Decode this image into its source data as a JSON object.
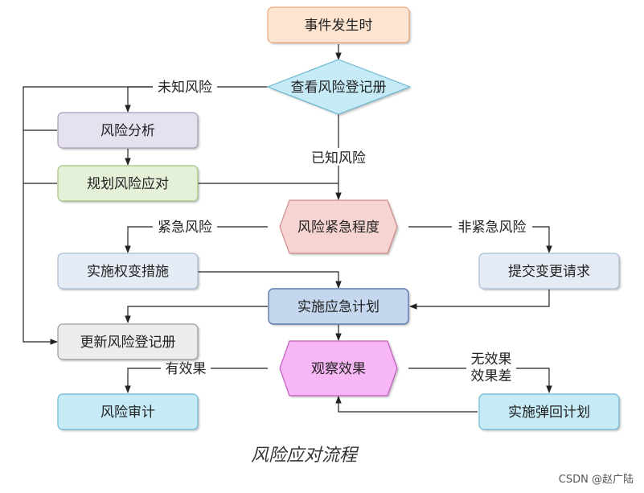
{
  "diagram": {
    "nodes": {
      "event_occurs": {
        "label": "事件发生时",
        "fill": "#fde4d0",
        "stroke": "#e7a97e"
      },
      "check_register": {
        "label": "查看风险登记册",
        "fill": "#c6ebf7",
        "stroke": "#6cb8d2"
      },
      "risk_analysis": {
        "label": "风险分析",
        "fill": "#e6e1ee",
        "stroke": "#a69cb8"
      },
      "plan_response": {
        "label": "规划风险应对",
        "fill": "#e4f0d8",
        "stroke": "#9fc180"
      },
      "urgency": {
        "label": "风险紧急程度",
        "fill": "#f6d4d2",
        "stroke": "#cf8b87"
      },
      "workaround": {
        "label": "实施权变措施",
        "fill": "#e4ebf4",
        "stroke": "#a9bcd3"
      },
      "change_request": {
        "label": "提交变更请求",
        "fill": "#e4ebf4",
        "stroke": "#a9bcd3"
      },
      "emergency_plan": {
        "label": "实施应急计划",
        "fill": "#c5d7ee",
        "stroke": "#5a7cae"
      },
      "update_register": {
        "label": "更新风险登记册",
        "fill": "#ececec",
        "stroke": "#9a9a9a"
      },
      "observe": {
        "label": "观察效果",
        "fill": "#f7b6f5",
        "stroke": "#c35cc0"
      },
      "risk_audit": {
        "label": "风险审计",
        "fill": "#c6ebf7",
        "stroke": "#6cb8d2"
      },
      "fallback_plan": {
        "label": "实施弹回计划",
        "fill": "#c6ebf7",
        "stroke": "#6cb8d2"
      }
    },
    "edges": {
      "unknown_risk": "未知风险",
      "known_risk": "已知风险",
      "urgent_risk": "紧急风险",
      "non_urgent_risk": "非紧急风险",
      "effective": "有效果",
      "no_effect_line1": "无效果",
      "no_effect_line2": "效果差"
    },
    "caption": "风险应对流程",
    "watermark": "CSDN @赵广陆"
  }
}
